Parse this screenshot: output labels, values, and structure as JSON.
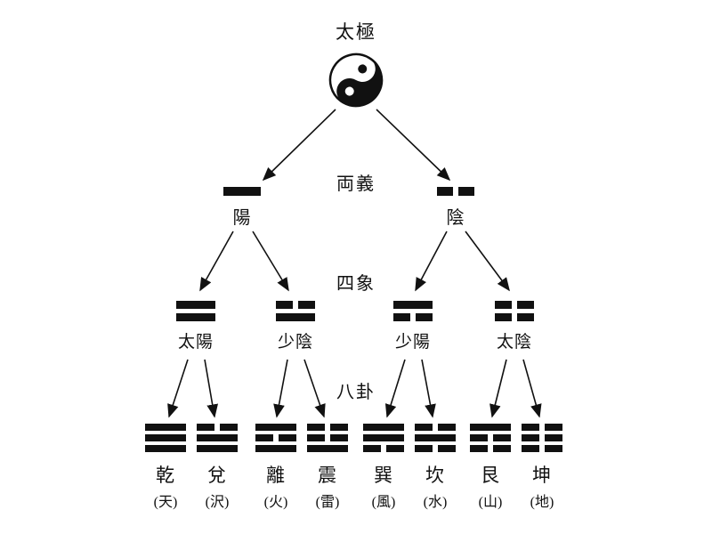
{
  "diagram": {
    "root": {
      "label": "太極"
    },
    "stage_labels": {
      "two_forms": "両義",
      "four_symbols": "四象",
      "eight_trigrams": "八卦"
    },
    "two_forms": [
      {
        "label": "陽",
        "lines": [
          "solid"
        ]
      },
      {
        "label": "陰",
        "lines": [
          "broken"
        ]
      }
    ],
    "four_symbols": [
      {
        "label": "太陽",
        "lines": [
          "solid",
          "solid"
        ]
      },
      {
        "label": "少陰",
        "lines": [
          "broken",
          "solid"
        ]
      },
      {
        "label": "少陽",
        "lines": [
          "solid",
          "broken"
        ]
      },
      {
        "label": "太陰",
        "lines": [
          "broken",
          "broken"
        ]
      }
    ],
    "eight_trigrams": [
      {
        "label": "乾",
        "sublabel": "(天)",
        "lines": [
          "solid",
          "solid",
          "solid"
        ]
      },
      {
        "label": "兌",
        "sublabel": "(沢)",
        "lines": [
          "broken",
          "solid",
          "solid"
        ]
      },
      {
        "label": "離",
        "sublabel": "(火)",
        "lines": [
          "solid",
          "broken",
          "solid"
        ]
      },
      {
        "label": "震",
        "sublabel": "(雷)",
        "lines": [
          "broken",
          "broken",
          "solid"
        ]
      },
      {
        "label": "巽",
        "sublabel": "(風)",
        "lines": [
          "solid",
          "solid",
          "broken"
        ]
      },
      {
        "label": "坎",
        "sublabel": "(水)",
        "lines": [
          "broken",
          "solid",
          "broken"
        ]
      },
      {
        "label": "艮",
        "sublabel": "(山)",
        "lines": [
          "solid",
          "broken",
          "broken"
        ]
      },
      {
        "label": "坤",
        "sublabel": "(地)",
        "lines": [
          "broken",
          "broken",
          "broken"
        ]
      }
    ],
    "colors": {
      "ink": "#111111",
      "background": "#ffffff"
    }
  }
}
